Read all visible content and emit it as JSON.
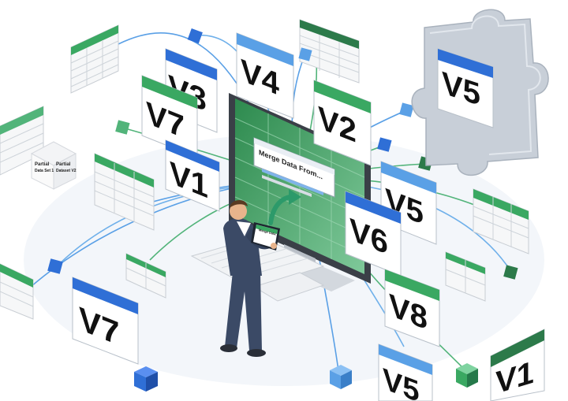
{
  "screen": {
    "dialog_title": "Merge Data From..."
  },
  "cube": {
    "line1": "Partial",
    "line2": "Data Set 1",
    "line3": "Partial",
    "line4": "Dataset V2"
  },
  "phone": {
    "title": "Merge Data"
  },
  "versions": {
    "v3": "V3",
    "v4": "V4",
    "v7_top": "V7",
    "v2": "V2",
    "v5_puzzle": "V5",
    "v1_mid": "V1",
    "v5_right": "V5",
    "v6": "V6",
    "v8": "V8",
    "v7_bottom": "V7",
    "v5_bottom": "V5",
    "v1_bottom": "V1"
  },
  "colors": {
    "blue": "#2f6fd6",
    "green": "#3aa862",
    "dark_green": "#1f7a45",
    "monitor": "#3a3f47",
    "suit": "#3b4a66"
  }
}
